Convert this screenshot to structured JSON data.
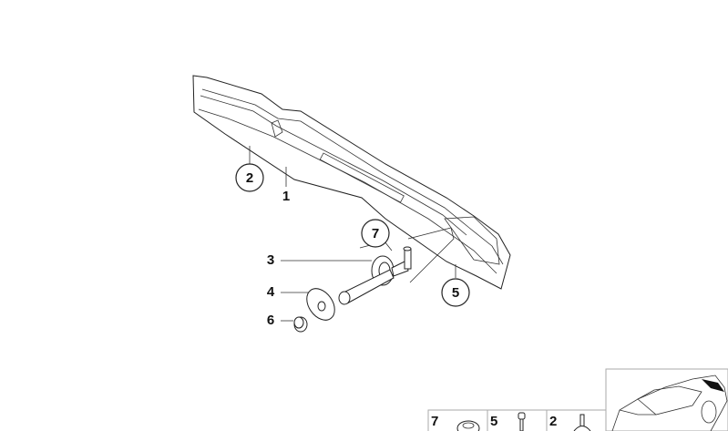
{
  "diagram": {
    "callouts": {
      "c1": "1",
      "c2": "2",
      "c3": "3",
      "c4": "4",
      "c5": "5",
      "c6": "6",
      "c7": "7"
    },
    "legend_panels": [
      {
        "label": "7",
        "part": "grommet"
      },
      {
        "label": "5",
        "part": "screw"
      },
      {
        "label": "2",
        "part": "clip"
      }
    ],
    "thumbnail": "car-rear-highlight"
  }
}
